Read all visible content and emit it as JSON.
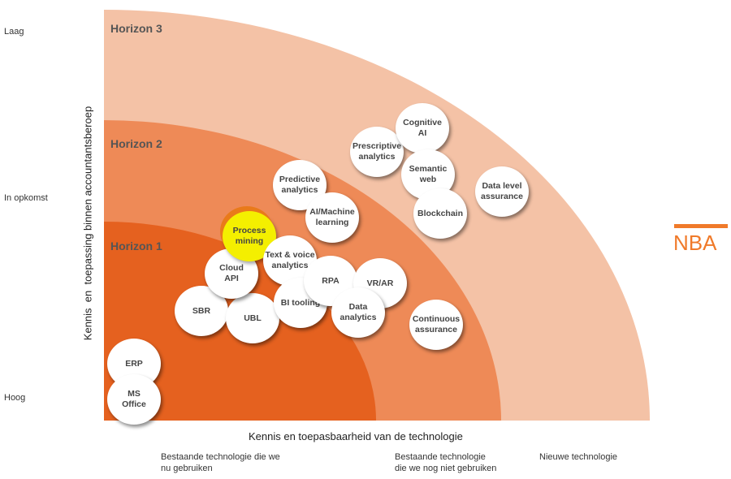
{
  "colors": {
    "outer": "#f4c2a6",
    "middle": "#ee8a57",
    "inner": "#e5611f",
    "brand": "#f07a2a",
    "highlight": "#f4ef00"
  },
  "y_axis": {
    "title": "Kennis  en  toepassing binnen accountantsberoep",
    "levels": [
      "Laag",
      "In opkomst",
      "Hoog"
    ]
  },
  "x_axis": {
    "title": "Kennis en toepasbaarheid van de technologie",
    "levels": [
      "Bestaande technologie die we\nnu gebruiken",
      "Bestaande technologie\ndie we nog niet gebruiken",
      "Nieuwe technologie"
    ]
  },
  "horizons": [
    "Horizon 3",
    "Horizon 2",
    "Horizon 1"
  ],
  "logo": "NBA",
  "bubbles": [
    {
      "label": "ERP"
    },
    {
      "label": "MS\nOffice"
    },
    {
      "label": "SBR"
    },
    {
      "label": "UBL"
    },
    {
      "label": "Cloud\nAPI"
    },
    {
      "label": "Process\nmining",
      "highlight": true
    },
    {
      "label": "Text & voice\nanalytics"
    },
    {
      "label": "BI tooling"
    },
    {
      "label": "RPA"
    },
    {
      "label": "VR/AR"
    },
    {
      "label": "Data\nanalytics"
    },
    {
      "label": "Continuous\nassurance"
    },
    {
      "label": "Predictive\nanalytics"
    },
    {
      "label": "AI/Machine\nlearning"
    },
    {
      "label": "Prescriptive\nanalytics"
    },
    {
      "label": "Cognitive\nAI"
    },
    {
      "label": "Semantic\nweb"
    },
    {
      "label": "Blockchain"
    },
    {
      "label": "Data level\nassurance"
    }
  ]
}
